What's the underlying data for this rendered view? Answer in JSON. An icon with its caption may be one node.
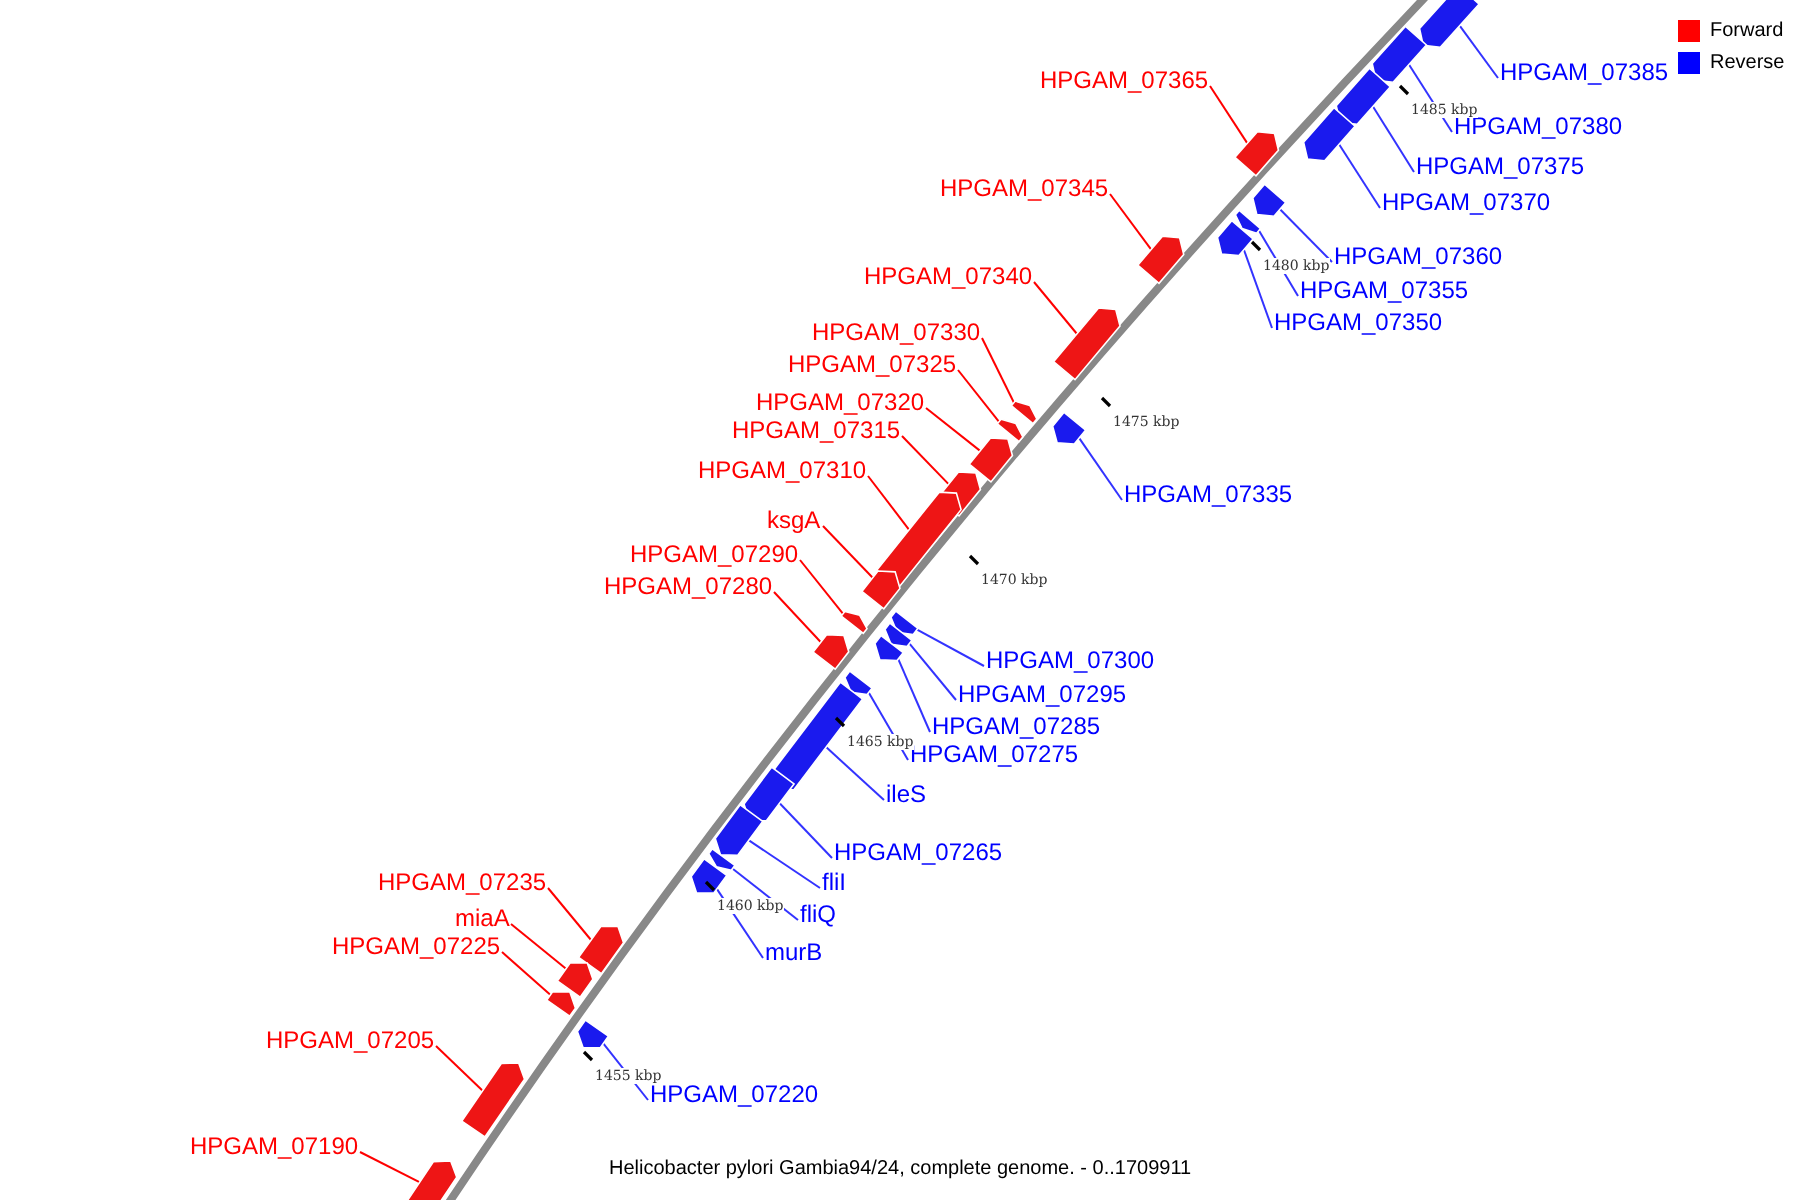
{
  "diagram": {
    "caption": "Helicobacter pylori Gambia94/24, complete genome. - 0..1709911",
    "nodes": [
      {
        "text": [
          "HPGAM_07385"
        ]
      },
      {
        "text": [],
        "shape": "arrow"
      },
      {
        "text": [
          "HPGAM_07365"
        ]
      },
      {
        "text": [],
        "shape": "arrow"
      },
      {
        "text": [
          "HPGAM_07380"
        ]
      },
      {
        "text": [],
        "shape": "arrow"
      },
      {
        "text": [
          "HPGAM_07375"
        ]
      },
      {
        "text": [],
        "shape": "arrow"
      },
      {
        "text": [
          "HPGAM_07370"
        ]
      },
      {
        "text": [],
        "shape": "arrow"
      },
      {
        "text": [
          "HPGAM_07345"
        ]
      },
      {
        "text": [],
        "shape": "arrow"
      },
      {
        "text": [
          "HPGAM_07360"
        ]
      },
      {
        "text": [],
        "shape": "arrow"
      },
      {
        "text": [
          "HPGAM_07340"
        ]
      },
      {
        "text": [],
        "shape": "arrow"
      },
      {
        "text": [
          "HPGAM_07355"
        ]
      },
      {
        "text": [],
        "shape": "arrow"
      },
      {
        "text": [
          "HPGAM_07350"
        ]
      },
      {
        "text": [],
        "shape": "arrow"
      },
      {
        "text": [
          "HPGAM_07330"
        ]
      },
      {
        "text": [],
        "shape": "arrow"
      },
      {
        "text": [
          "HPGAM_07325"
        ]
      },
      {
        "text": [],
        "shape": "arrow"
      },
      {
        "text": [
          "HPGAM_07320"
        ]
      },
      {
        "text": [],
        "shape": "arrow"
      },
      {
        "text": [
          "HPGAM_07315"
        ]
      },
      {
        "text": [],
        "shape": "arrow"
      },
      {
        "text": [
          "HPGAM_07310"
        ]
      },
      {
        "text": [],
        "shape": "arrow"
      },
      {
        "text": [
          "HPGAM_07335"
        ]
      },
      {
        "text": [],
        "shape": "arrow"
      },
      {
        "text": [
          "ksgA"
        ]
      },
      {
        "text": [],
        "shape": "arrow"
      },
      {
        "text": [
          "HPGAM_07290"
        ]
      },
      {
        "text": [],
        "shape": "arrow"
      },
      {
        "text": [
          "HPGAM_07280"
        ]
      },
      {
        "text": [],
        "shape": "arrow"
      },
      {
        "text": [
          "HPGAM_07300"
        ]
      },
      {
        "text": [],
        "shape": "arrow"
      },
      {
        "text": [
          "HPGAM_07295"
        ]
      },
      {
        "text": [],
        "shape": "arrow"
      },
      {
        "text": [
          "HPGAM_07285"
        ]
      },
      {
        "text": [],
        "shape": "arrow"
      },
      {
        "text": [
          "HPGAM_07275"
        ]
      },
      {
        "text": [],
        "shape": "arrow"
      },
      {
        "text": [
          "ileS"
        ]
      },
      {
        "text": [],
        "shape": "arrow"
      },
      {
        "text": [
          "HPGAM_07265"
        ]
      },
      {
        "text": [],
        "shape": "arrow"
      },
      {
        "text": [
          "fliI"
        ]
      },
      {
        "text": [],
        "shape": "arrow"
      },
      {
        "text": [
          "fliQ"
        ]
      },
      {
        "text": [],
        "shape": "arrow"
      },
      {
        "text": [
          "murB"
        ]
      },
      {
        "text": [],
        "shape": "arrow"
      },
      {
        "text": [
          "HPGAM_07235"
        ]
      },
      {
        "text": [],
        "shape": "arrow"
      },
      {
        "text": [
          "miaA"
        ]
      },
      {
        "text": [],
        "shape": "arrow"
      },
      {
        "text": [
          "HPGAM_07225"
        ]
      },
      {
        "text": [],
        "shape": "arrow"
      },
      {
        "text": [
          "HPGAM_07205"
        ]
      },
      {
        "text": [],
        "shape": "arrow"
      },
      {
        "text": [
          "HPGAM_07220"
        ]
      },
      {
        "text": [],
        "shape": "arrow"
      },
      {
        "text": [
          "HPGAM_07190"
        ]
      },
      {
        "text": [],
        "shape": "arrow"
      }
    ],
    "edges": [
      {
        "from": 0,
        "to": 1,
        "arrow": "none"
      },
      {
        "from": 2,
        "to": 3,
        "arrow": "none",
        "color": "#ff0000"
      },
      {
        "from": 4,
        "to": 5,
        "arrow": "none"
      },
      {
        "from": 6,
        "to": 7,
        "arrow": "none"
      },
      {
        "from": 8,
        "to": 9,
        "arrow": "none"
      },
      {
        "from": 10,
        "to": 11,
        "arrow": "none",
        "color": "#ff0000"
      },
      {
        "from": 12,
        "to": 13,
        "arrow": "none"
      },
      {
        "from": 14,
        "to": 15,
        "arrow": "none",
        "color": "#ff0000"
      },
      {
        "from": 16,
        "to": 17,
        "arrow": "none"
      },
      {
        "from": 18,
        "to": 19,
        "arrow": "none"
      },
      {
        "from": 20,
        "to": 21,
        "arrow": "none",
        "color": "#ff0000"
      },
      {
        "from": 22,
        "to": 23,
        "arrow": "none",
        "color": "#ff0000"
      },
      {
        "from": 24,
        "to": 25,
        "arrow": "none",
        "color": "#ff0000"
      },
      {
        "from": 26,
        "to": 27,
        "arrow": "none",
        "color": "#ff0000"
      },
      {
        "from": 28,
        "to": 29,
        "arrow": "none",
        "color": "#ff0000"
      },
      {
        "from": 30,
        "to": 31,
        "arrow": "none"
      },
      {
        "from": 32,
        "to": 33,
        "arrow": "none",
        "color": "#ff0000"
      },
      {
        "from": 34,
        "to": 35,
        "arrow": "none",
        "color": "#ff0000"
      },
      {
        "from": 36,
        "to": 37,
        "arrow": "none",
        "color": "#ff0000"
      },
      {
        "from": 38,
        "to": 39,
        "arrow": "none"
      },
      {
        "from": 40,
        "to": 41,
        "arrow": "none"
      },
      {
        "from": 42,
        "to": 43,
        "arrow": "none"
      },
      {
        "from": 44,
        "to": 45,
        "arrow": "none"
      },
      {
        "from": 46,
        "to": 47,
        "arrow": "none"
      },
      {
        "from": 48,
        "to": 49,
        "arrow": "none"
      },
      {
        "from": 50,
        "to": 51,
        "arrow": "none"
      },
      {
        "from": 52,
        "to": 53,
        "arrow": "none"
      },
      {
        "from": 54,
        "to": 55,
        "arrow": "none"
      },
      {
        "from": 56,
        "to": 57,
        "arrow": "none",
        "color": "#ff0000"
      },
      {
        "from": 58,
        "to": 59,
        "arrow": "none",
        "color": "#ff0000"
      },
      {
        "from": 60,
        "to": 61,
        "arrow": "none",
        "color": "#ff0000"
      },
      {
        "from": 62,
        "to": 63,
        "arrow": "none",
        "color": "#ff0000"
      },
      {
        "from": 64,
        "to": 65,
        "arrow": "none"
      },
      {
        "from": 66,
        "to": 67,
        "arrow": "none",
        "color": "#ff0000"
      }
    ],
    "labels": [
      "1485 kbp",
      "1480 kbp",
      "1475 kbp",
      "1470 kbp",
      "1465 kbp",
      "1460 kbp",
      "1455 kbp"
    ],
    "legend": [
      {
        "text": "Forward",
        "color": "#ff0000"
      },
      {
        "text": "Reverse",
        "color": "#0000ff"
      }
    ]
  }
}
